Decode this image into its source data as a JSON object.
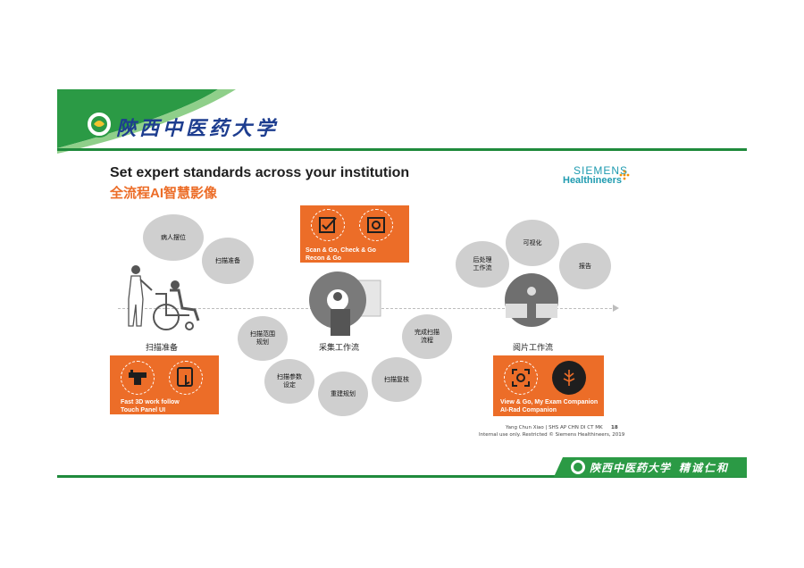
{
  "header": {
    "university_name": "陝西中医药大学"
  },
  "slide": {
    "title": "Set expert standards across your institution",
    "subtitle": "全流程AI智慧影像",
    "brand_line1": "SIEMENS",
    "brand_line2": "Healthineers"
  },
  "prep": {
    "bubbles": [
      "病人摆位",
      "扫描准备"
    ],
    "stage_label": "扫描准备",
    "box_text": "Fast 3D work follow\nTouch Panel UI"
  },
  "acquisition": {
    "box_text": "Scan & Go, Check & Go\nRecon & Go",
    "bubbles": [
      "扫描范围\n规划",
      "扫描参数\n设定",
      "重建规划",
      "扫描复核",
      "完成扫描\n流程"
    ],
    "stage_label": "采集工作流"
  },
  "reading": {
    "bubbles": [
      "后处理\n工作流",
      "可视化",
      "报告"
    ],
    "stage_label": "阅片工作流",
    "box_text": "View & Go, My Exam Companion\nAI-Rad Companion"
  },
  "slide_footer": {
    "author": "Yang Chun Xiao | SHS AP CHN DI CT MK",
    "page": "18",
    "copyright": "Internal use only. Restricted © Siemens Healthineers, 2019"
  },
  "footer": {
    "university_name": "陝西中医药大学",
    "motto": "精诚仁和"
  },
  "colors": {
    "accent_orange": "#ec6d28",
    "brand_green": "#1f8a3c",
    "bubble_gray": "#cfcfcf",
    "brand_teal": "#1f9bb0"
  }
}
